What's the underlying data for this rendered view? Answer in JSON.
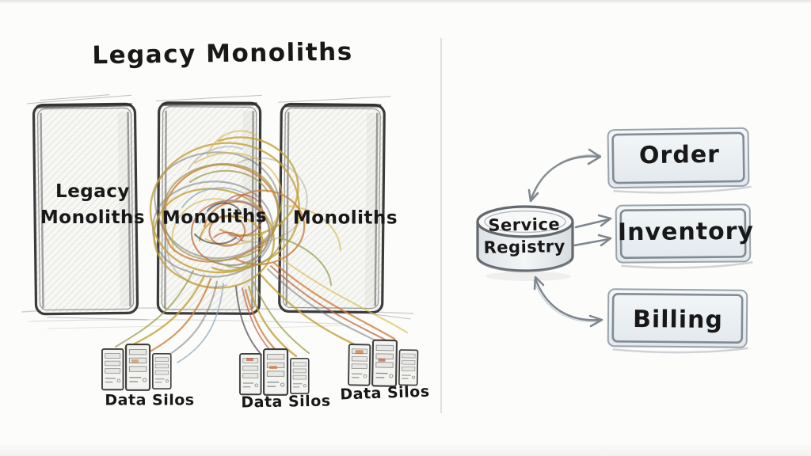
{
  "diagram": {
    "title": "Legacy Monoliths",
    "left": {
      "monoliths": [
        {
          "lines": [
            "Legacy",
            "Monoliths"
          ]
        },
        {
          "lines": [
            "Monoliths"
          ]
        },
        {
          "lines": [
            "Monoliths"
          ]
        }
      ],
      "silos": [
        {
          "label": "Data Silos"
        },
        {
          "label": "Data Silos"
        },
        {
          "label": "Data Silos"
        }
      ]
    },
    "right": {
      "registry": {
        "lines": [
          "Service",
          "Registry"
        ]
      },
      "services": [
        {
          "label": "Order"
        },
        {
          "label": "Inventory"
        },
        {
          "label": "Billing"
        }
      ],
      "connections": [
        {
          "from": "Service Registry",
          "to": "Order",
          "arrow": "curved double-headed"
        },
        {
          "from": "Service Registry",
          "to": "Inventory",
          "arrow": "two straight right arrows"
        },
        {
          "from": "Service Registry",
          "to": "Billing",
          "arrow": "curved double-headed"
        }
      ]
    },
    "style": {
      "pencil": "#3b3b3b",
      "wire_colors": [
        "#c2a13b",
        "#d4bc55",
        "#cd7f3f",
        "#b96a3d",
        "#9e9e52",
        "#8ba6ba",
        "#bb5f4a",
        "#6e6e6e",
        "#4c4c4c"
      ],
      "service_box_fill": "#e9eef2",
      "service_box_stroke": "#7c858d",
      "arrow_color": "#7d868e",
      "divider_color": "#d8d8d5"
    }
  }
}
